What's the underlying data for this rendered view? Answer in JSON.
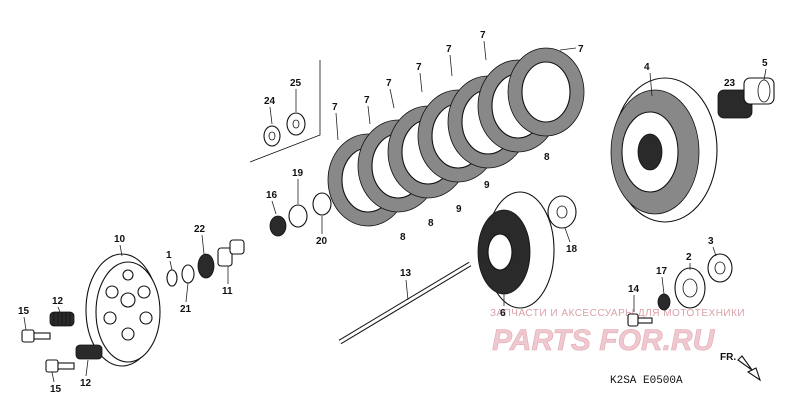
{
  "diagram": {
    "drawing_code": "K2SA  E0500A",
    "direction_label": "FR.",
    "watermark_top": "ЗАПЧАСТИ И АКСЕССУАРЫ ДЛЯ МОТОТЕХНИКИ",
    "watermark_main": "PARTS FOR.RU",
    "callouts": {
      "p1": "1",
      "p3": "3",
      "p4": "4",
      "p6": "6",
      "p7": "7",
      "p8": "8",
      "p9": "9",
      "p10": "10",
      "p11": "11",
      "p12": "12",
      "p13": "13",
      "p14": "14",
      "p15": "15",
      "p16": "16",
      "p17": "17",
      "p18": "18",
      "p19": "19",
      "p20": "20",
      "p21": "21",
      "p22": "22",
      "p23": "23",
      "p24": "24",
      "p25": "25",
      "p5": "5",
      "p2": "2"
    }
  }
}
